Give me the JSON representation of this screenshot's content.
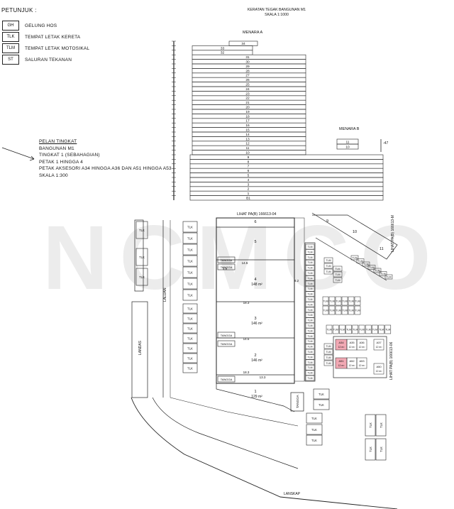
{
  "legend": {
    "title": "PETUNJUK :",
    "items": [
      {
        "code": "GH",
        "label": "GELUNG HOS"
      },
      {
        "code": "TLK",
        "label": "TEMPAT LETAK KERETA"
      },
      {
        "code": "TLM",
        "label": "TEMPAT LETAK MOTOSIKAL"
      },
      {
        "code": "ST",
        "label": "SALURAN TEKANAN"
      }
    ]
  },
  "section": {
    "title": "KERATAN TEGAK BANGUNAN M1",
    "scale": "SKALA 1:1000",
    "tower_a": "MENARA A",
    "tower_b": "MENARA B",
    "floors_a": [
      "34",
      "33",
      "32",
      "31",
      "30",
      "29",
      "28",
      "27",
      "26",
      "25",
      "24",
      "23",
      "22",
      "21",
      "20",
      "19",
      "18",
      "17",
      "16",
      "15",
      "14",
      "13",
      "12",
      "11",
      "10",
      "9",
      "8",
      "7",
      "6",
      "5",
      "4",
      "3",
      "2",
      "1",
      "B1"
    ],
    "floors_b": [
      "11",
      "10"
    ],
    "level_mark": "-47"
  },
  "plan": {
    "heading": "PELAN TINGKAT",
    "lines": [
      "BANGUNAN M1",
      "TINGKAT 1 (SEBAHAGIAN)",
      "PETAK 1 HINGGA 4",
      "PETAK AKSESORI A34 HINGGA A36 DAN A51 HINGGA A53",
      "SKALA 1:300"
    ]
  },
  "floorplan": {
    "top_ref": "LIHAT PA(B) 166613-04",
    "right_ref_top": "LIHAT PA(B) 166613-M",
    "right_ref_bottom": "LIHAT PA(B) 166613-06",
    "laluan": "LALUAN",
    "landas": "LANDAS",
    "lanskap": "LANSKAP",
    "tangga": "TANGGA",
    "parcels": [
      {
        "no": "6",
        "area": ""
      },
      {
        "no": "5",
        "area": ""
      },
      {
        "no": "4",
        "area": "148 m²"
      },
      {
        "no": "3",
        "area": "146 m²"
      },
      {
        "no": "2",
        "area": "146 m²"
      },
      {
        "no": "1",
        "area": "129 m²"
      }
    ],
    "dims": [
      "14.5",
      "18.3",
      "14.5",
      "18.3",
      "13.3",
      "3.8",
      "8.2"
    ],
    "slots": {
      "tlk": "TLK",
      "tlm": "TLM"
    },
    "accessory": [
      "A34",
      "A35",
      "A36",
      "A37",
      "A51",
      "A52",
      "A53",
      "A50"
    ],
    "area_small": "12 m²",
    "upper_parcels": [
      "9",
      "10",
      "11"
    ],
    "watermark": "NCMCO"
  }
}
